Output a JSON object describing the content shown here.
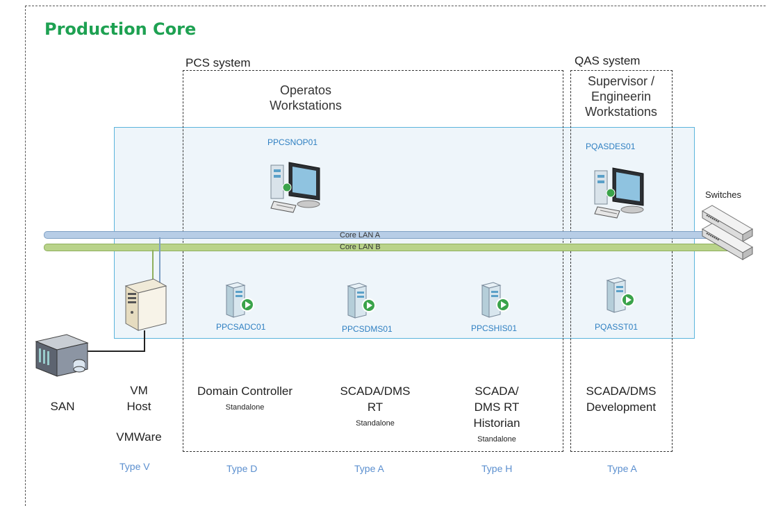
{
  "title": "Production Core",
  "systems": {
    "pcs": "PCS system",
    "qas": "QAS system"
  },
  "workstation_groups": {
    "operators": [
      "Operatos",
      "Workstations"
    ],
    "supervisor": [
      "Supervisor /",
      "Engineerin",
      "Workstations"
    ]
  },
  "hosts": {
    "ppcsnop01": "PPCSNOP01",
    "pqasdes01": "PQASDES01",
    "ppcsadc01": "PPCSADC01",
    "ppcsdms01": "PPCSDMS01",
    "ppcshis01": "PPCSHIS01",
    "pqasst01": "PQASST01"
  },
  "switches_label": "Switches",
  "lans": {
    "a": "Core LAN A",
    "b": "Core LAN B",
    "a_color": "#b7cde6",
    "b_color": "#b9d38a"
  },
  "roles": {
    "san": "SAN",
    "vm": [
      "VM",
      "Host"
    ],
    "vmware": "VMWare",
    "domain": "Domain Controller",
    "domain_sub": "Standalone",
    "scada_rt": [
      "SCADA/DMS",
      "RT"
    ],
    "scada_rt_sub": "Standalone",
    "historian": [
      "SCADA/",
      "DMS RT",
      "Historian"
    ],
    "historian_sub": "Standalone",
    "dev": [
      "SCADA/DMS",
      "Development"
    ]
  },
  "types": {
    "v": "Type V",
    "d": "Type D",
    "a1": "Type A",
    "h": "Type H",
    "a2": "Type A"
  },
  "colors": {
    "title": "#1ea152",
    "hostname": "#2e7fc1",
    "type": "#5b8fcf",
    "lan_area_border": "#5ab4dc"
  },
  "icons": {
    "workstation": "workstation-icon",
    "server": "server-icon",
    "vm_host": "tower-server-icon",
    "san": "storage-array-icon",
    "switch": "network-switch-icon"
  }
}
